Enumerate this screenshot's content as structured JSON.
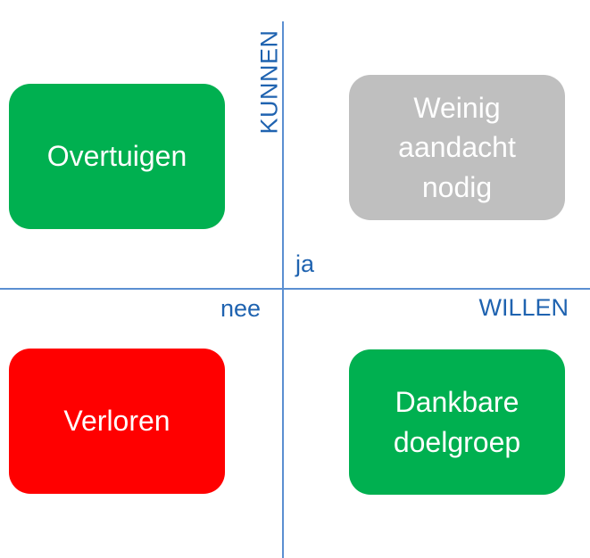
{
  "axes": {
    "vertical_label": "KUNNEN",
    "horizontal_label": "WILLEN",
    "positive_marker": "ja",
    "negative_marker": "nee",
    "color": "#1f63b0",
    "line_color": "#5b8fd1"
  },
  "quadrants": {
    "top_left": {
      "text": "Overtuigen",
      "color": "#00b050"
    },
    "top_right": {
      "text": "Weinig\naandacht\nnodig",
      "color": "#bfbfbf"
    },
    "bottom_left": {
      "text": "Verloren",
      "color": "#ff0000"
    },
    "bottom_right": {
      "text": "Dankbare\ndoelgroep",
      "color": "#00b050"
    }
  }
}
